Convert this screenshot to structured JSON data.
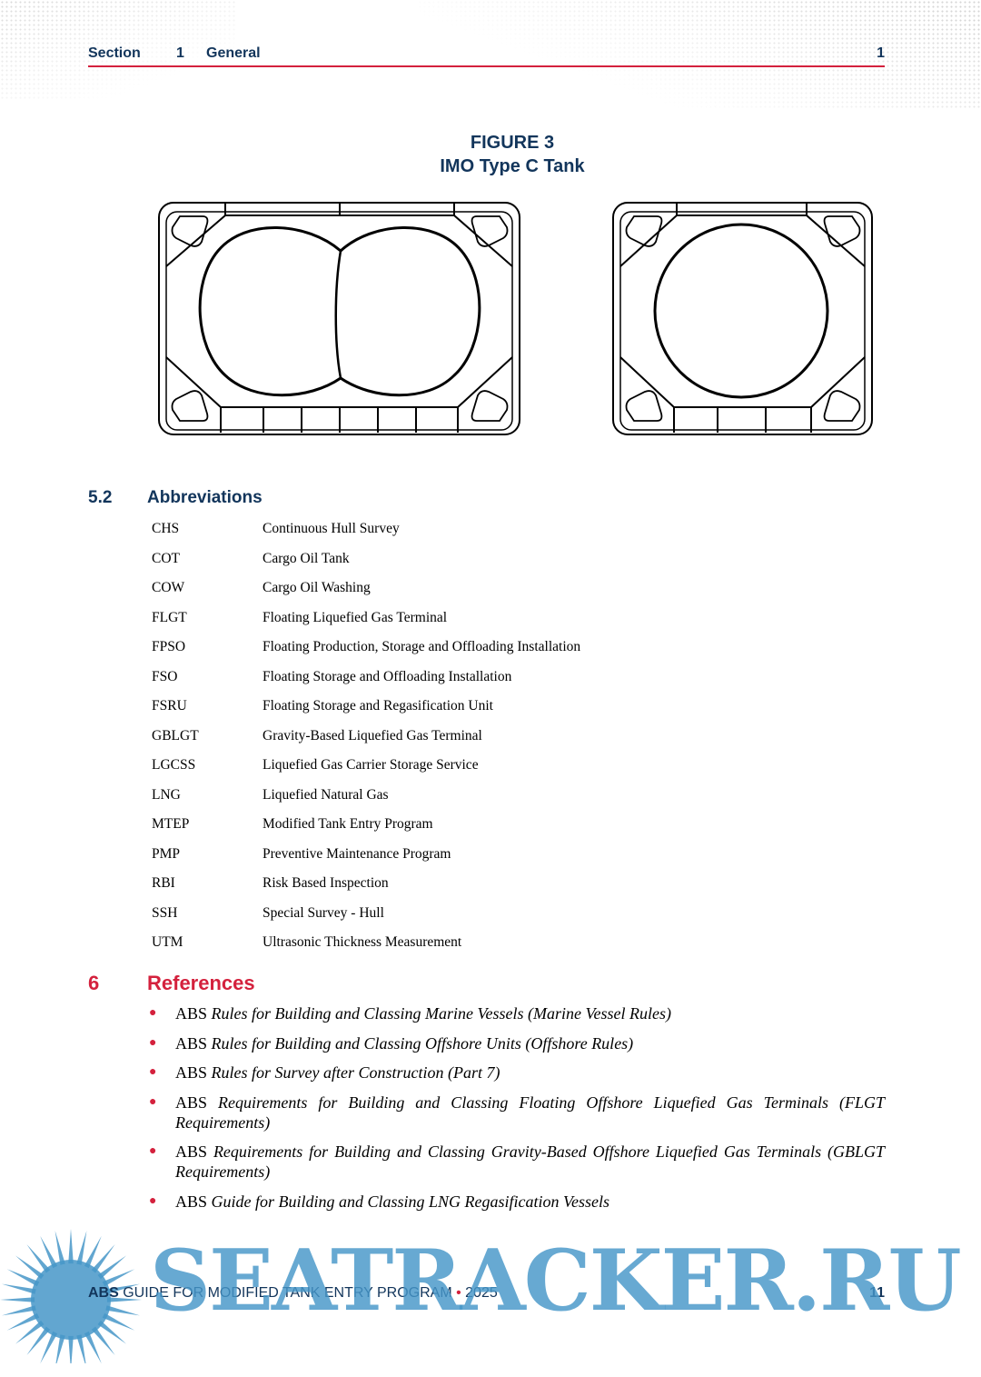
{
  "header": {
    "section_word": "Section",
    "section_number": "1",
    "section_name": "General",
    "page": "1"
  },
  "figure": {
    "label": "FIGURE 3",
    "title": "IMO Type C Tank"
  },
  "abbreviations": {
    "number": "5.2",
    "heading": "Abbreviations",
    "items": [
      {
        "term": "CHS",
        "definition": "Continuous Hull Survey"
      },
      {
        "term": "COT",
        "definition": "Cargo Oil Tank"
      },
      {
        "term": "COW",
        "definition": "Cargo Oil Washing"
      },
      {
        "term": "FLGT",
        "definition": "Floating Liquefied Gas Terminal"
      },
      {
        "term": "FPSO",
        "definition": "Floating Production, Storage and Offloading Installation"
      },
      {
        "term": "FSO",
        "definition": "Floating Storage and Offloading Installation"
      },
      {
        "term": "FSRU",
        "definition": "Floating Storage and Regasification Unit"
      },
      {
        "term": "GBLGT",
        "definition": "Gravity-Based Liquefied Gas Terminal"
      },
      {
        "term": "LGCSS",
        "definition": "Liquefied Gas Carrier Storage Service"
      },
      {
        "term": "LNG",
        "definition": "Liquefied Natural Gas"
      },
      {
        "term": "MTEP",
        "definition": "Modified Tank Entry Program"
      },
      {
        "term": "PMP",
        "definition": "Preventive Maintenance Program"
      },
      {
        "term": "RBI",
        "definition": "Risk Based Inspection"
      },
      {
        "term": "SSH",
        "definition": "Special Survey - Hull"
      },
      {
        "term": "UTM",
        "definition": "Ultrasonic Thickness Measurement"
      }
    ]
  },
  "references": {
    "number": "6",
    "heading": "References",
    "items": [
      {
        "prefix": "ABS ",
        "title": "Rules for Building and Classing Marine Vessels (Marine Vessel Rules)"
      },
      {
        "prefix": "ABS ",
        "title": "Rules for Building and Classing Offshore Units (Offshore Rules)"
      },
      {
        "prefix": "ABS ",
        "title": "Rules for Survey after Construction (Part 7)"
      },
      {
        "prefix": "ABS ",
        "title": "Requirements for Building and Classing Floating Offshore Liquefied Gas Terminals (FLGT Requirements)"
      },
      {
        "prefix": "ABS ",
        "title": "Requirements for Building and Classing Gravity-Based Offshore Liquefied Gas Terminals (GBLGT Requirements)"
      },
      {
        "prefix": "ABS ",
        "title": "Guide for Building and Classing LNG Regasification Vessels"
      }
    ]
  },
  "footer": {
    "brand": "ABS",
    "title": "GUIDE FOR MODIFIED TANK ENTRY PROGRAM",
    "separator": "•",
    "year": "2025",
    "page": "11"
  },
  "watermark": {
    "text": "SEATRACKER.RU"
  },
  "colors": {
    "navy": "#12355b",
    "red": "#d4213d",
    "watermark_blue": "#4696c8"
  }
}
